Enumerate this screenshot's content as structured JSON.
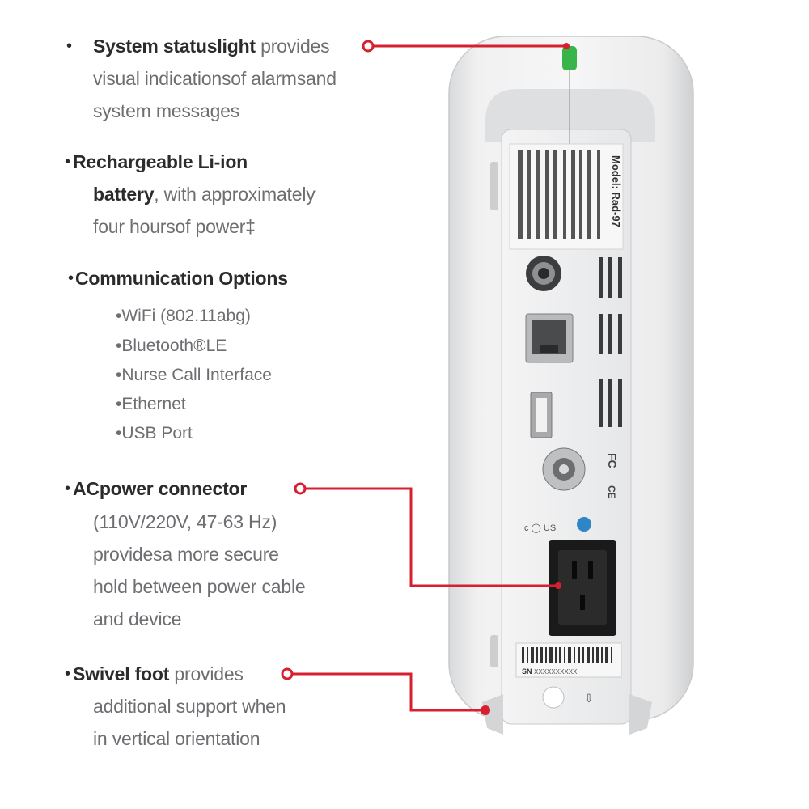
{
  "callouts": {
    "status_light": {
      "bullet": "•",
      "title": "System statuslight",
      "rest": " provides",
      "line2": "visual indicationsof alarmsand",
      "line3": "system messages"
    },
    "battery": {
      "bullet": "•",
      "title_line1": "Rechargeable Li-ion",
      "title_line2": "battery",
      "rest": ", with approximately",
      "line3": "four hoursof power‡"
    },
    "communication": {
      "bullet": "•",
      "title": "Communication Options",
      "options": [
        "•WiFi (802.11abg)",
        "•Bluetooth®LE",
        "•Nurse Call Interface",
        "•Ethernet",
        "•USB Port"
      ]
    },
    "ac_power": {
      "bullet": "•",
      "title": "ACpower connector",
      "line2": "(110V/220V, 47-63 Hz)",
      "line3": "providesa more secure",
      "line4": "hold between power cable",
      "line5": "and device"
    },
    "swivel_foot": {
      "bullet": "•",
      "title": "Swivel foot",
      "rest": " provides",
      "line2": "additional support when",
      "line3": "in vertical orientation"
    }
  },
  "device": {
    "model_label": "Model: Rad-97",
    "serial_prefix": "SN",
    "serial_value": "XXXXXXXXXX"
  },
  "colors": {
    "callout_red": "#d71f30",
    "status_green": "#38b54a",
    "device_body": "#e9eaeb",
    "connector_black": "#1a1a1a"
  }
}
